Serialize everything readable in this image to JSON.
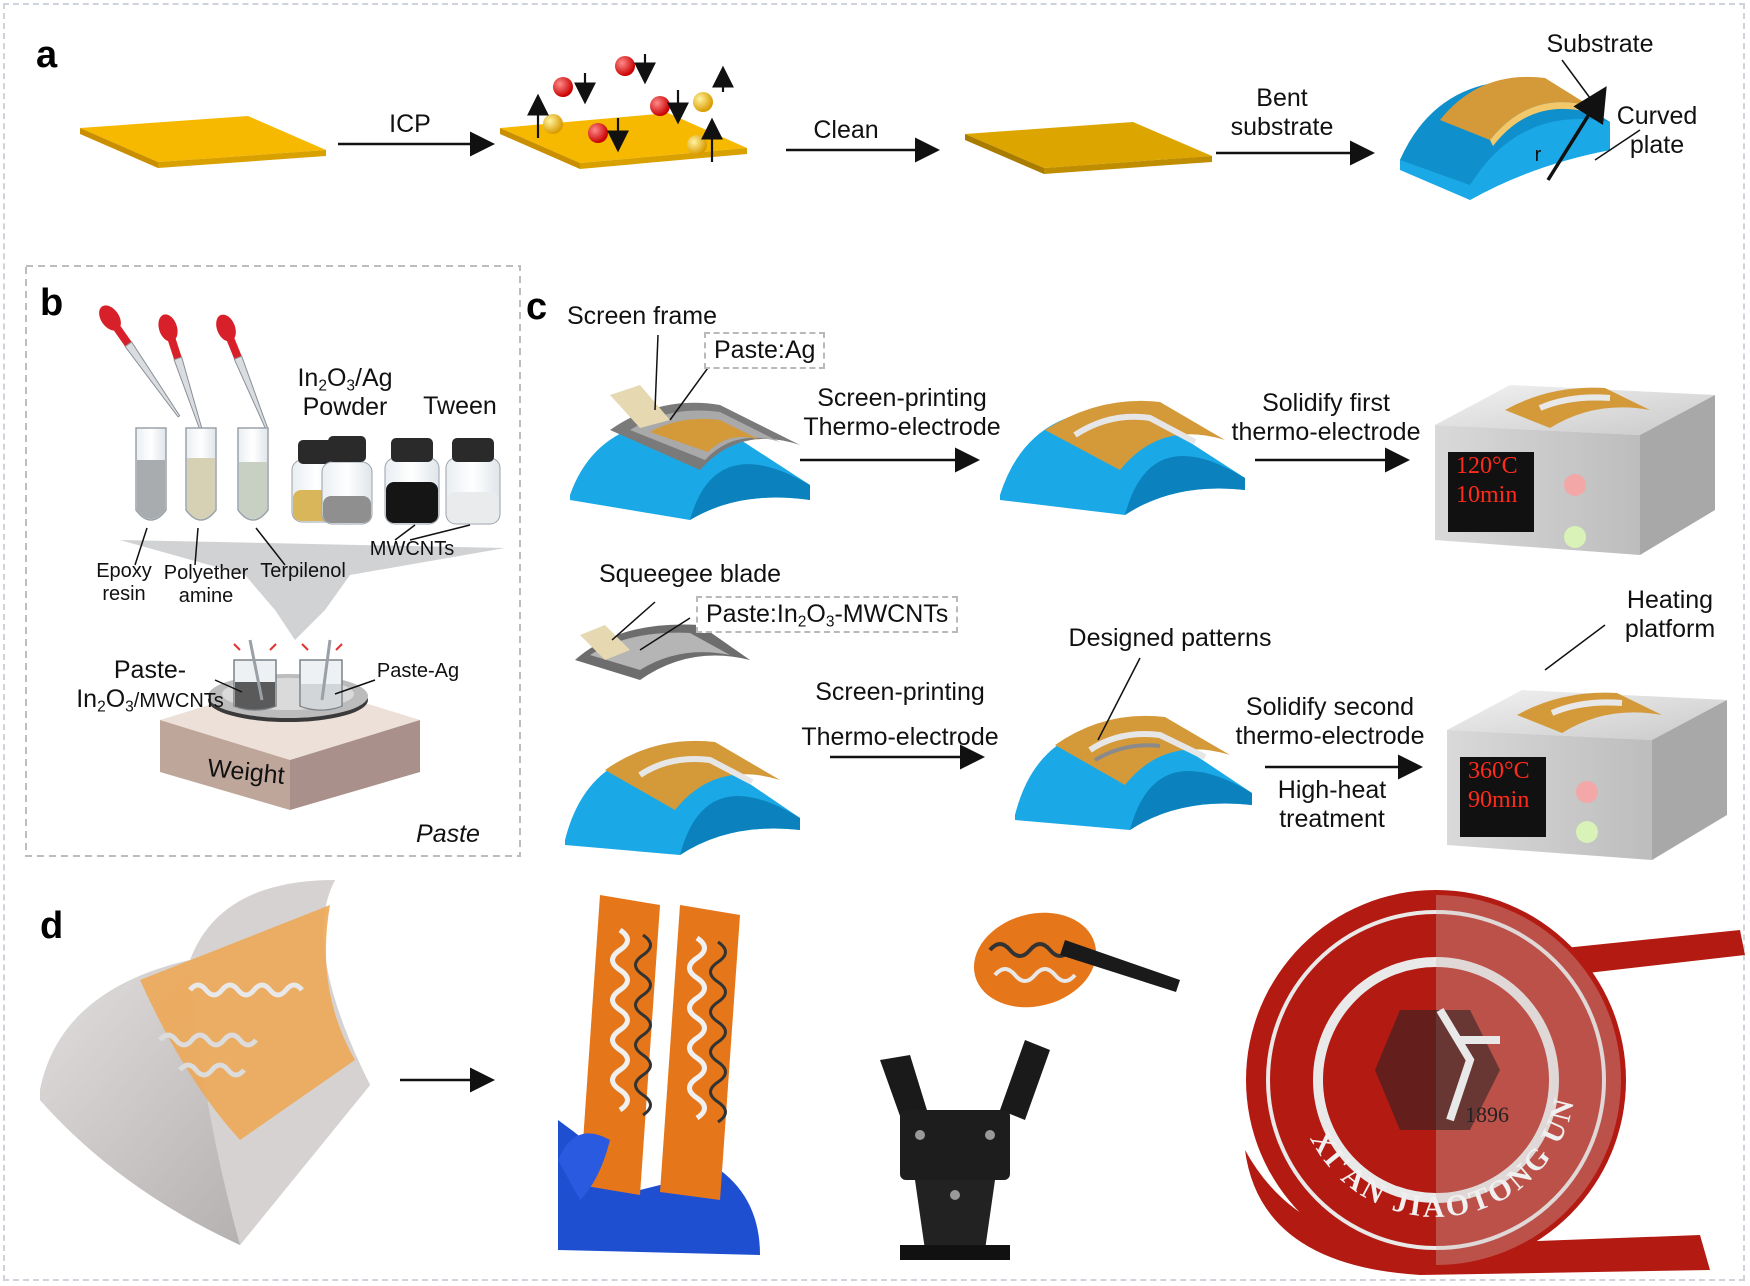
{
  "panels": {
    "a": "a",
    "b": "b",
    "c": "c",
    "d": "d"
  },
  "panel_a": {
    "icp": "ICP",
    "clean": "Clean",
    "bent_substrate_line1": "Bent",
    "bent_substrate_line2": "substrate",
    "substrate": "Substrate",
    "curved_plate_line1": "Curved",
    "curved_plate_line2": "plate",
    "radius": "r"
  },
  "panel_b": {
    "powder_line1_pre": "In",
    "powder_sub1": "2",
    "powder_line1_mid": "O",
    "powder_sub2": "3",
    "powder_line1_post": "/Ag",
    "powder_line2": "Powder",
    "tween": "Tween",
    "epoxy_line1": "Epoxy",
    "epoxy_line2": "resin",
    "polyether_line1": "Polyether",
    "polyether_line2": "amine",
    "terpilenol": "Terpilenol",
    "mwcnts": "MWCNTs",
    "paste_in_line1": "Paste-",
    "paste_in_pre": "In",
    "paste_in_sub1": "2",
    "paste_in_mid": "O",
    "paste_in_sub2": "3",
    "paste_in_post": "/MWCNTs",
    "paste_ag": "Paste-Ag",
    "weight": "Weight",
    "paste": "Paste"
  },
  "panel_c": {
    "screen_frame": "Screen frame",
    "paste_ag": "Paste:Ag",
    "screen_printing_1_line1": "Screen-printing",
    "screen_printing_1_line2": "Thermo-electrode",
    "solidify_first_line1": "Solidify first",
    "solidify_first_line2": "thermo-electrode",
    "readout_1_temp": "120°C",
    "readout_1_time": "10min",
    "squeegee_blade": "Squeegee blade",
    "paste_in_pre": "Paste:In",
    "paste_in_sub1": "2",
    "paste_in_mid": "O",
    "paste_in_sub2": "3",
    "paste_in_post": "-MWCNTs",
    "designed_patterns": "Designed patterns",
    "screen_printing_2_line1": "Screen-printing",
    "screen_printing_2_line2": "Thermo-electrode",
    "solidify_second_line1": "Solidify second",
    "solidify_second_line2": "thermo-electrode",
    "high_heat_line1": "High-heat",
    "high_heat_line2": "treatment",
    "heating_platform_line1": "Heating",
    "heating_platform_line2": "platform",
    "readout_2_temp": "360°C",
    "readout_2_time": "90min"
  },
  "panel_d": {
    "seal_text": "XI'AN JIAOTONG UNIVERSITY",
    "seal_year": "1896"
  },
  "colors": {
    "gold": "#f5b800",
    "gold_dark": "#c99a00",
    "blue": "#1aa9e6",
    "blue_dark": "#0b82bd",
    "copper": "#d9962d",
    "orange_film": "#e6761a",
    "seal_red": "#b31a12",
    "glove_blue": "#1f4fd1"
  }
}
